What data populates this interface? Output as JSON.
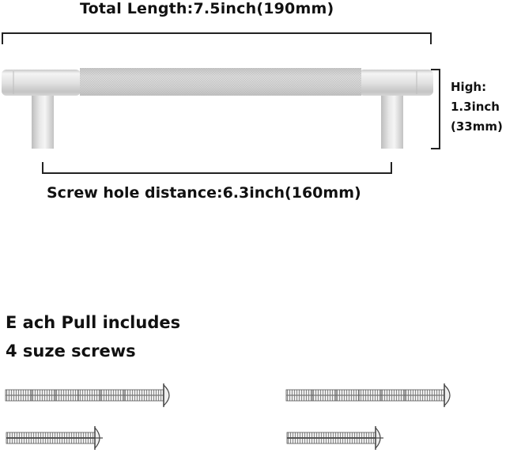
{
  "dimensions": {
    "total_length": "Total Length:7.5inch(190mm)",
    "screw_hole_distance": "Screw hole distance:6.3inch(160mm)",
    "height": {
      "line1": "High:",
      "line2": "1.3inch",
      "line3": "(33mm)"
    }
  },
  "includes": {
    "line1": "E ach Pull includes",
    "line2": "4 suze screws"
  },
  "product": {
    "name": "knurled-bar-pull-handle",
    "finish_color": "#d9d9d9",
    "knurl_color": "#cfcfcf"
  },
  "screws": [
    {
      "type": "long-breakaway",
      "group": "left"
    },
    {
      "type": "short",
      "group": "left"
    },
    {
      "type": "long-breakaway",
      "group": "right"
    },
    {
      "type": "short",
      "group": "right"
    }
  ]
}
